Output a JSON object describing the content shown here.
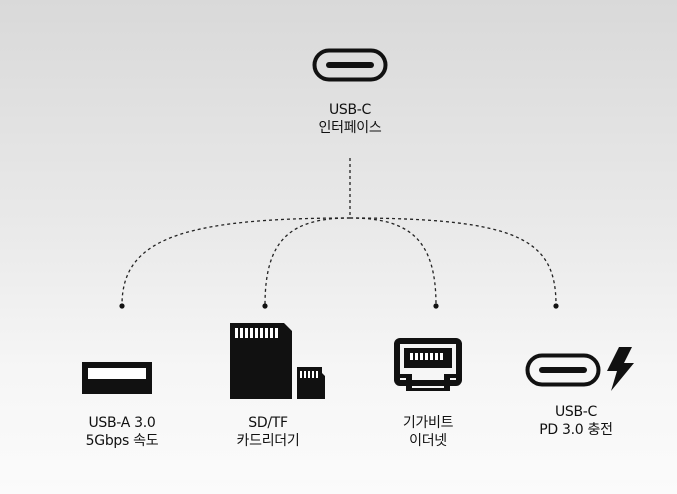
{
  "source": {
    "line1": "USB-C",
    "line2": "인터페이스"
  },
  "outputs": [
    {
      "line1": "USB-A 3.0",
      "line2": "5Gbps 속도"
    },
    {
      "line1": "SD/TF",
      "line2": "카드리더기"
    },
    {
      "line1": "기가비트",
      "line2": "이더넷"
    },
    {
      "line1": "USB-C",
      "line2": "PD 3.0 충전"
    }
  ],
  "colors": {
    "ink": "#111111",
    "background_top": "#d9d9d9",
    "background_bottom": "#fbfbfb"
  }
}
